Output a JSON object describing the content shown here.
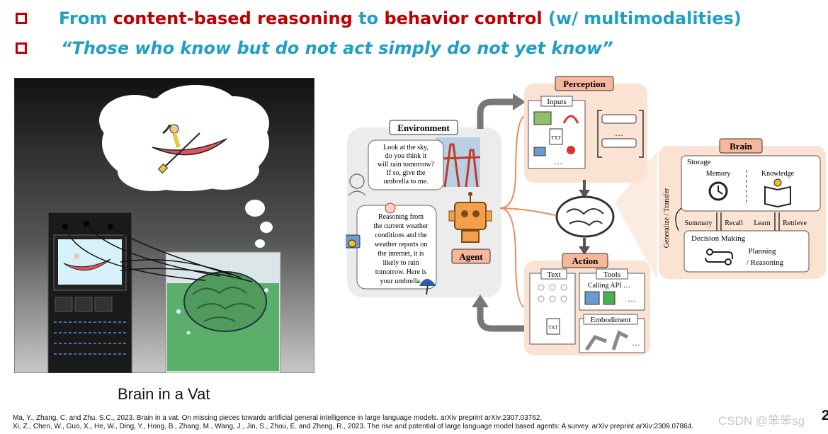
{
  "header": {
    "l1_a": "From",
    "l1_b": "content-based reasoning",
    "l1_c": "to",
    "l1_d": "behavior control",
    "l1_e": "(w/ multimodalities)",
    "l2": "“Those who know but do not act simply do not yet know”"
  },
  "vat": {
    "caption": "Brain in a Vat"
  },
  "diagram": {
    "environment": "Environment",
    "q1": "Look at the sky,",
    "q2": "do you think it",
    "q3": "will rain tomorrow?",
    "q4": "If so, give the",
    "q5": "umbrella to me.",
    "r1": "Reasoning from",
    "r2": "the current weather",
    "r3": "conditions and the",
    "r4": "weather reports on",
    "r5": "the internet, it is",
    "r6": "likely to rain",
    "r7": "tomorrow. Here is",
    "r8": "your umbrella.",
    "agent": "Agent",
    "perception": "Perception",
    "inputs": "Inputs",
    "txt": "TXT",
    "dots": "…",
    "action": "Action",
    "text": "Text",
    "tools": "Tools",
    "calling": "Calling API …",
    "embodiment": "Embodiment",
    "brain": "Brain",
    "storage": "Storage",
    "memory": "Memory",
    "knowledge": "Knowledge",
    "generalize": "Generalize / Transfer",
    "summary": "Summary",
    "recall": "Recall",
    "learn": "Learn",
    "retrieve": "Retrieve",
    "decision": "Decision Making",
    "planning": "Planning",
    "reasoning": "/ Reasoning"
  },
  "refs": {
    "r1": "Ma, Y., Zhang, C. and Zhu, S.C., 2023. Brain in a vat: On missing pieces towards artificial general intelligence in large language models. arXiv preprint arXiv:2307.03762.",
    "r2": "Xi, Z., Chen, W., Guo, X., He, W., Ding, Y., Hong, B., Zhang, M., Wang, J., Jin, S., Zhou, E. and Zheng, R., 2023. The rise and potential of large language model based agents: A survey. arXiv preprint arXiv:2309.07864."
  },
  "watermark": "CSDN @笨笨sg",
  "page_number": "2",
  "colors": {
    "accent_blue": "#1f9fc4",
    "accent_red": "#c00000",
    "module_bg": "#fbe3d4",
    "label_bg": "#f7b79a"
  }
}
